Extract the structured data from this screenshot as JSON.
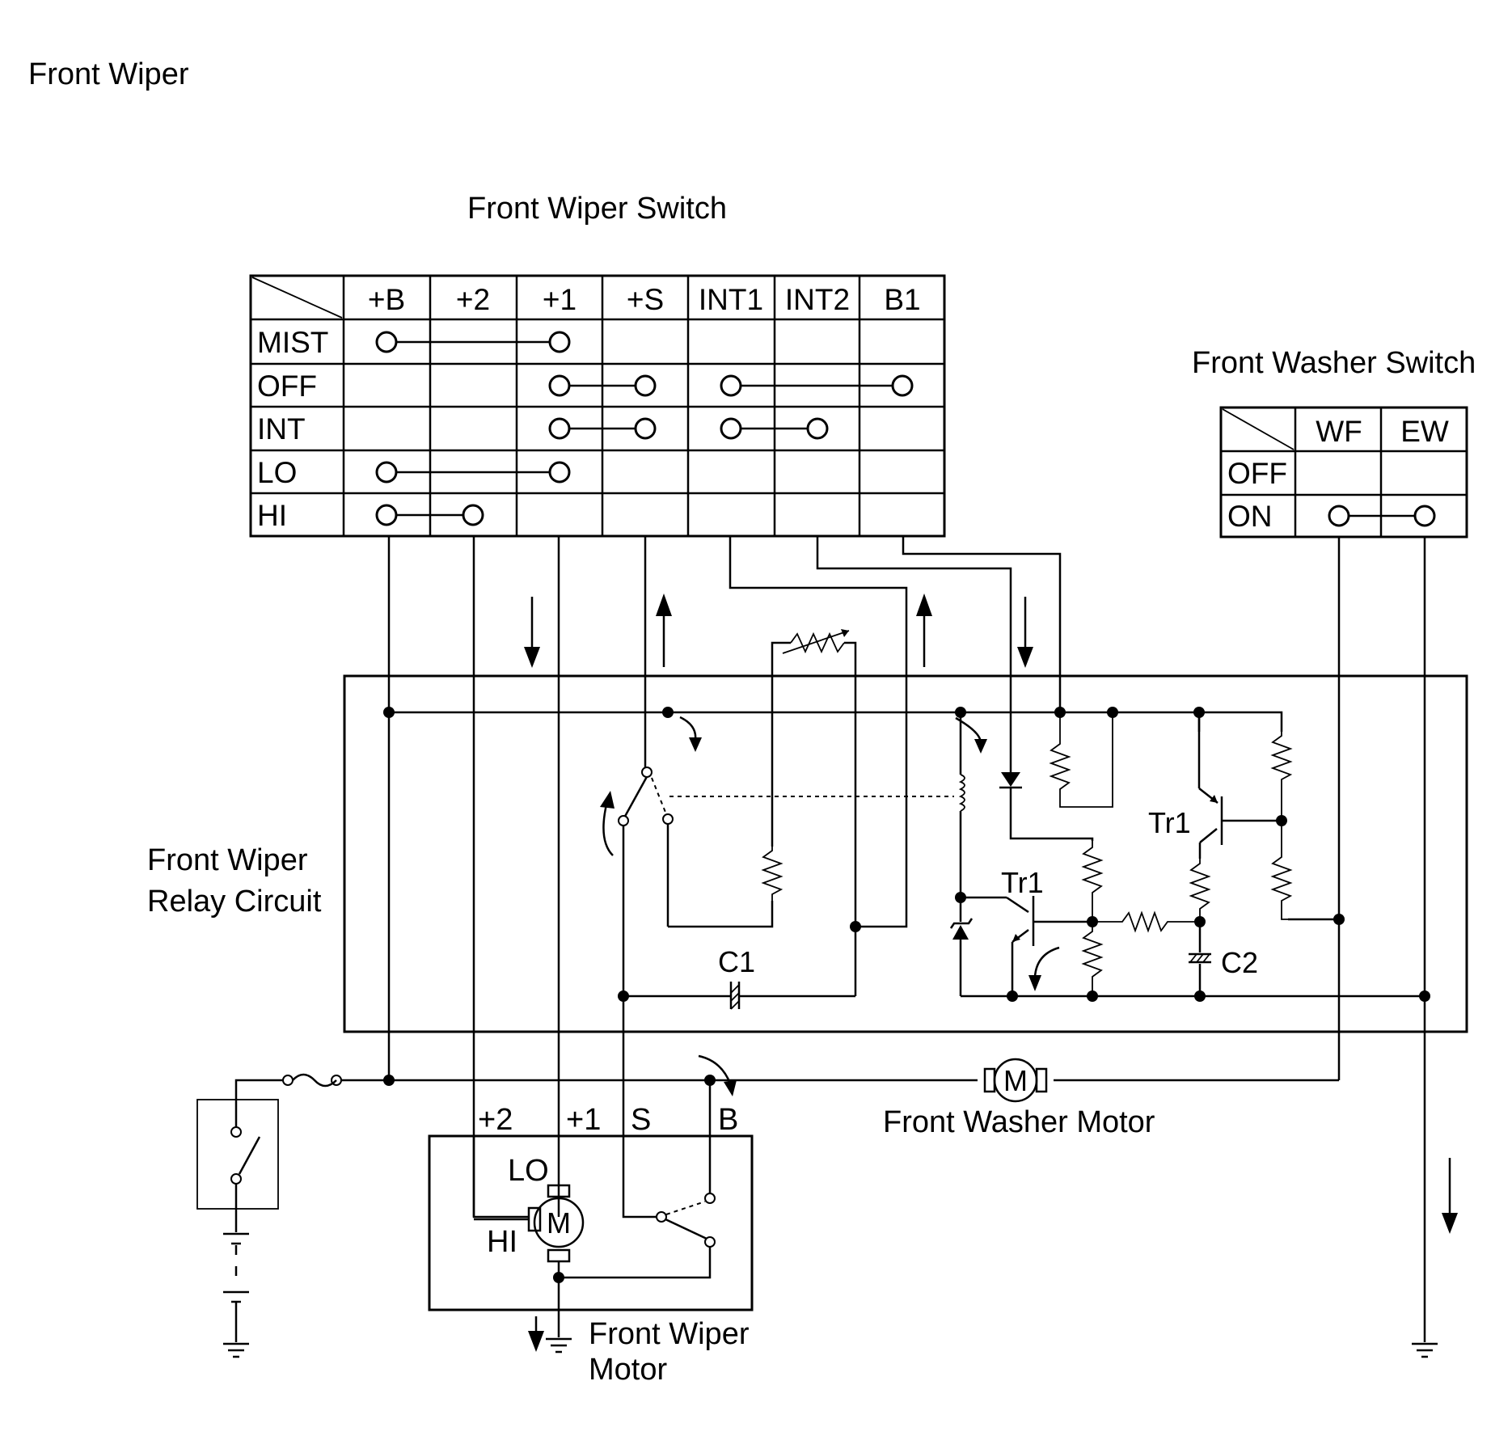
{
  "page_title": "Front Wiper",
  "wiper_switch": {
    "title": "Front Wiper Switch",
    "columns": [
      "+B",
      "+2",
      "+1",
      "+S",
      "INT1",
      "INT2",
      "B1"
    ],
    "rows": [
      "MIST",
      "OFF",
      "INT",
      "LO",
      "HI"
    ],
    "connections": [
      {
        "row": "MIST",
        "from": "+B",
        "to": "+1"
      },
      {
        "row": "OFF",
        "from": "+1",
        "to": "+S"
      },
      {
        "row": "OFF",
        "from": "INT1",
        "to": "B1"
      },
      {
        "row": "INT",
        "from": "+1",
        "to": "+S"
      },
      {
        "row": "INT",
        "from": "INT1",
        "to": "INT2"
      },
      {
        "row": "LO",
        "from": "+B",
        "to": "+1"
      },
      {
        "row": "HI",
        "from": "+B",
        "to": "+2"
      }
    ]
  },
  "washer_switch": {
    "title": "Front Washer Switch",
    "columns": [
      "WF",
      "EW"
    ],
    "rows": [
      "OFF",
      "ON"
    ],
    "connections": [
      {
        "row": "ON",
        "from": "WF",
        "to": "EW"
      }
    ]
  },
  "relay": {
    "label_line1": "Front Wiper",
    "label_line2": "Relay Circuit",
    "tr1_upper": "Tr1",
    "tr1_lower": "Tr1",
    "c1": "C1",
    "c2": "C2"
  },
  "wiper_motor": {
    "label_line1": "Front Wiper",
    "label_line2": "Motor",
    "terminals": [
      "+2",
      "+1",
      "S",
      "B"
    ],
    "lo": "LO",
    "hi": "HI",
    "symbol": "M"
  },
  "washer_motor": {
    "label": "Front Washer Motor",
    "symbol": "M"
  }
}
